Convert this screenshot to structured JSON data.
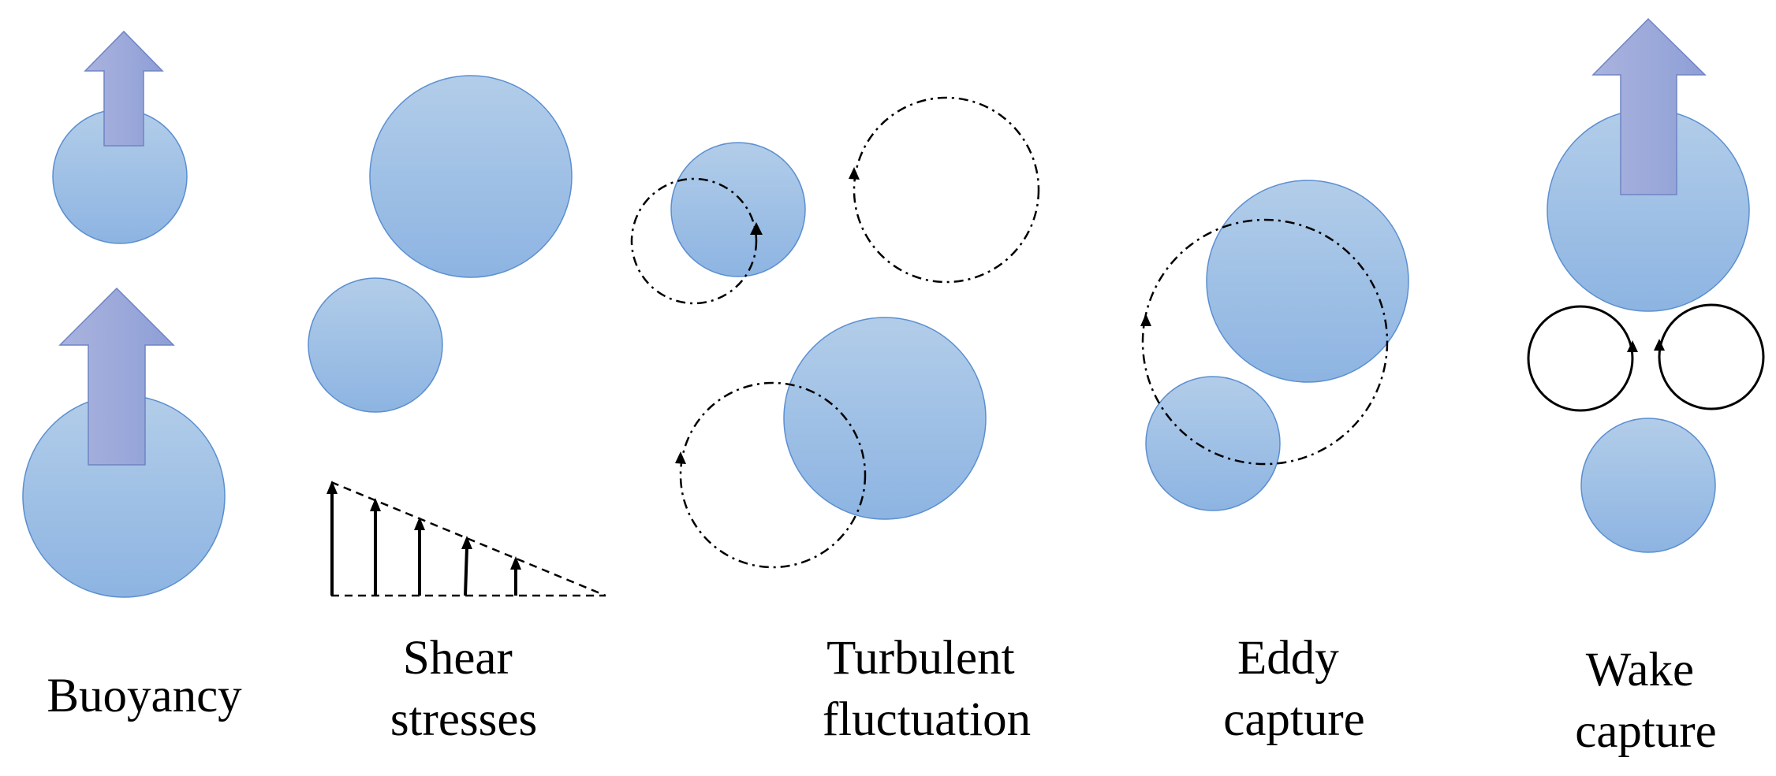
{
  "panels": [
    {
      "id": "buoyancy",
      "caption_lines": [
        "Buoyancy"
      ]
    },
    {
      "id": "shear",
      "caption_lines": [
        "Shear",
        "stresses"
      ]
    },
    {
      "id": "turbulent",
      "caption_lines": [
        "Turbulent",
        "fluctuation"
      ]
    },
    {
      "id": "eddy",
      "caption_lines": [
        "Eddy",
        "capture"
      ]
    },
    {
      "id": "wake",
      "caption_lines": [
        "Wake",
        "capture"
      ]
    }
  ],
  "colors": {
    "bubble_top": "#b2cde9",
    "bubble_bottom": "#8db4e2",
    "bubble_stroke": "#5b8fd0",
    "arrow_left": "#aab3de",
    "arrow_right": "#8e9fd6",
    "arrow_stroke": "#6f84c4"
  },
  "icons": {
    "bubble": "bubble-icon",
    "up_arrow": "up-arrow-icon",
    "vortex": "vortex-icon",
    "velocity_vector": "velocity-vector-icon"
  }
}
